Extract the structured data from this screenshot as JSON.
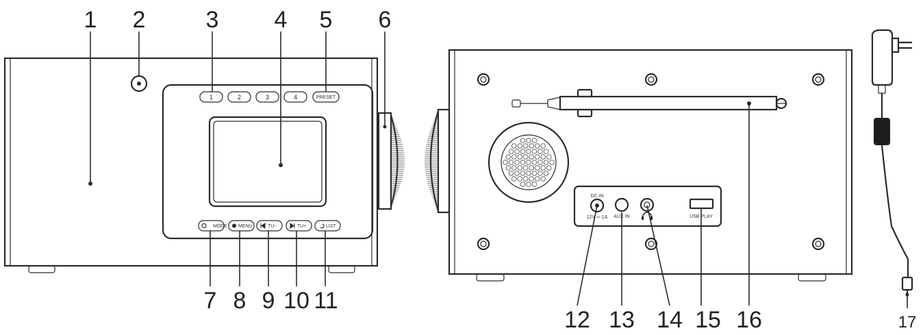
{
  "callouts": {
    "c1": "1",
    "c2": "2",
    "c3": "3",
    "c4": "4",
    "c5": "5",
    "c6": "6",
    "c7": "7",
    "c8": "8",
    "c9": "9",
    "c10": "10",
    "c11": "11",
    "c12": "12",
    "c13": "13",
    "c14": "14",
    "c15": "15",
    "c16": "16",
    "c17": "17"
  },
  "front_buttons": {
    "preset_1": "1",
    "preset_2": "2",
    "preset_3": "3",
    "preset_4": "4",
    "preset": "PRESET",
    "mode": "MODE",
    "menu": "MENU",
    "tune_down": "TU-",
    "tune_up": "TU+",
    "list": "LIST"
  },
  "rear_labels": {
    "dc_in": "DC IN",
    "dc_spec": "12V ⎓ 1A",
    "aux_in": "AUX IN",
    "headphone": "🎧",
    "usb_play": "USB PLAY"
  }
}
